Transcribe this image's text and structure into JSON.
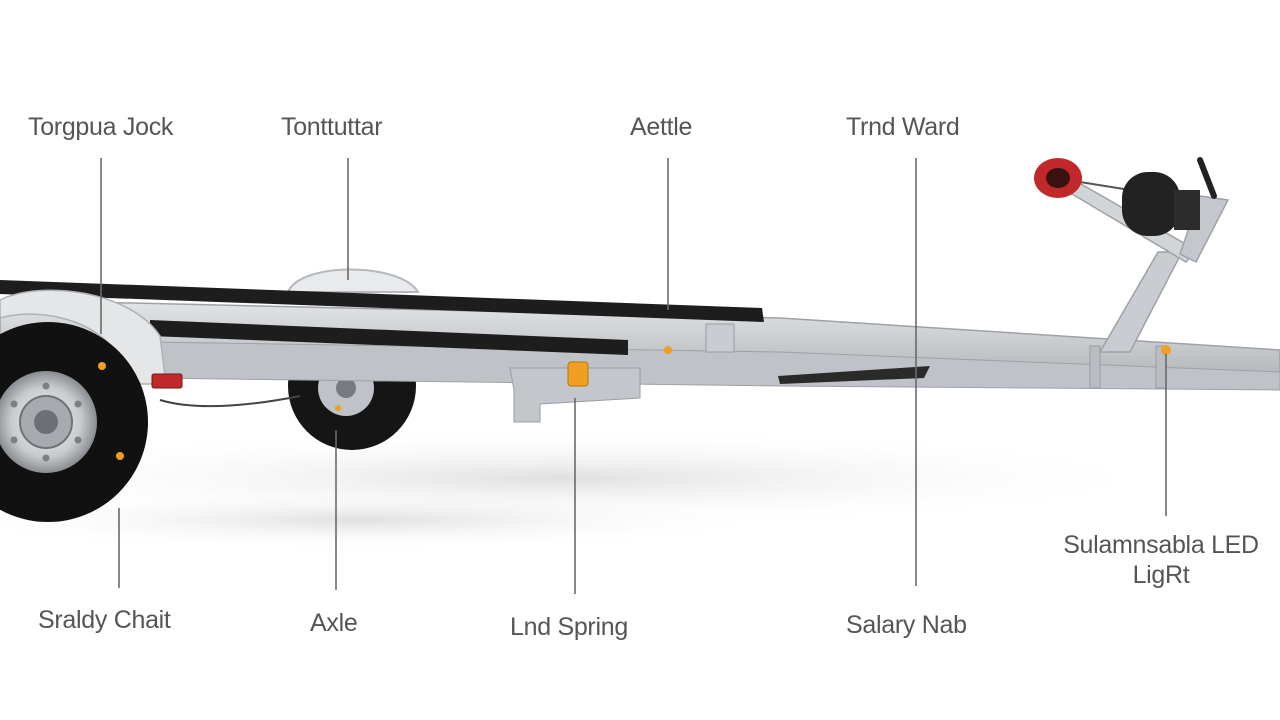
{
  "labels": {
    "top": [
      {
        "id": "tongue-jack",
        "text": "Torgpua Jock"
      },
      {
        "id": "tonttuttar",
        "text": "Tonttuttar"
      },
      {
        "id": "axle-top",
        "text": "Aettle"
      },
      {
        "id": "trand-ward",
        "text": "Trnd Ward"
      }
    ],
    "bottom": [
      {
        "id": "safety-chain",
        "text": "Sraldy Chait"
      },
      {
        "id": "axle-bottom",
        "text": "Axle"
      },
      {
        "id": "leaf-spring",
        "text": "Lnd Spring"
      },
      {
        "id": "safety-hub",
        "text": "Salary Nab"
      }
    ],
    "right": {
      "id": "submersible-led-light",
      "line1": "Sulamnsabla LED",
      "line2": "LigRt"
    }
  },
  "colors": {
    "frame": "#c9cbce",
    "frame_shade": "#a9acb0",
    "bunk": "#1d1d1d",
    "tire": "#111111",
    "rim": "#cfd2d5",
    "amber": "#f0a020",
    "red_light": "#c0282a",
    "winch": "#222222",
    "label_text": "#555555"
  }
}
